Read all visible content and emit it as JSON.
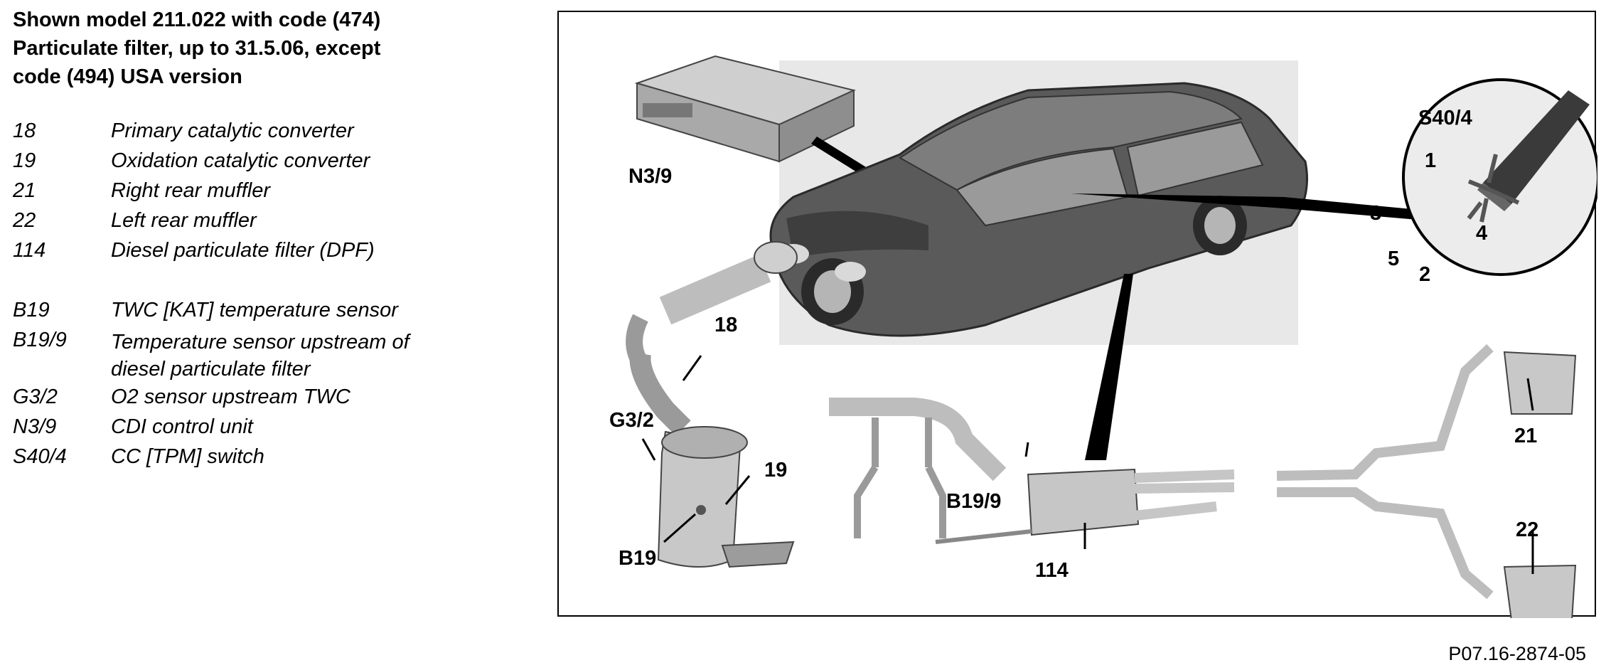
{
  "title_lines": [
    "Shown model 211.022 with code (474)",
    "Particulate filter, up to 31.5.06, except",
    "code (494) USA version"
  ],
  "legend_group1": [
    {
      "code": "18",
      "desc": "Primary catalytic converter"
    },
    {
      "code": "19",
      "desc": "Oxidation catalytic converter"
    },
    {
      "code": "21",
      "desc": "Right rear muffler"
    },
    {
      "code": "22",
      "desc": "Left rear muffler"
    },
    {
      "code": "114",
      "desc": "Diesel particulate filter (DPF)"
    }
  ],
  "legend_group2": [
    {
      "code": "B19",
      "desc": "TWC [KAT] temperature sensor"
    },
    {
      "code": "B19/9",
      "desc": "Temperature sensor upstream of",
      "desc2": "diesel particulate filter"
    },
    {
      "code": "G3/2",
      "desc": "O2 sensor upstream TWC"
    },
    {
      "code": "N3/9",
      "desc": "CDI control unit"
    },
    {
      "code": "S40/4",
      "desc": "CC [TPM] switch"
    }
  ],
  "diagram_labels": {
    "n3_9": "N3/9",
    "s40_4": "S40/4",
    "lever_1": "1",
    "lever_2": "2",
    "lever_3": "3",
    "lever_4": "4",
    "lever_5": "5",
    "l18": "18",
    "l19": "19",
    "g3_2": "G3/2",
    "b19": "B19",
    "b19_9": "B19/9",
    "l114": "114",
    "l21": "21",
    "l22": "22"
  },
  "figure_code": "P07.16-2874-05",
  "colors": {
    "car_body": "#5a5a5a",
    "background_panel": "#e6e6e6",
    "parts": "#c8c8c8"
  }
}
